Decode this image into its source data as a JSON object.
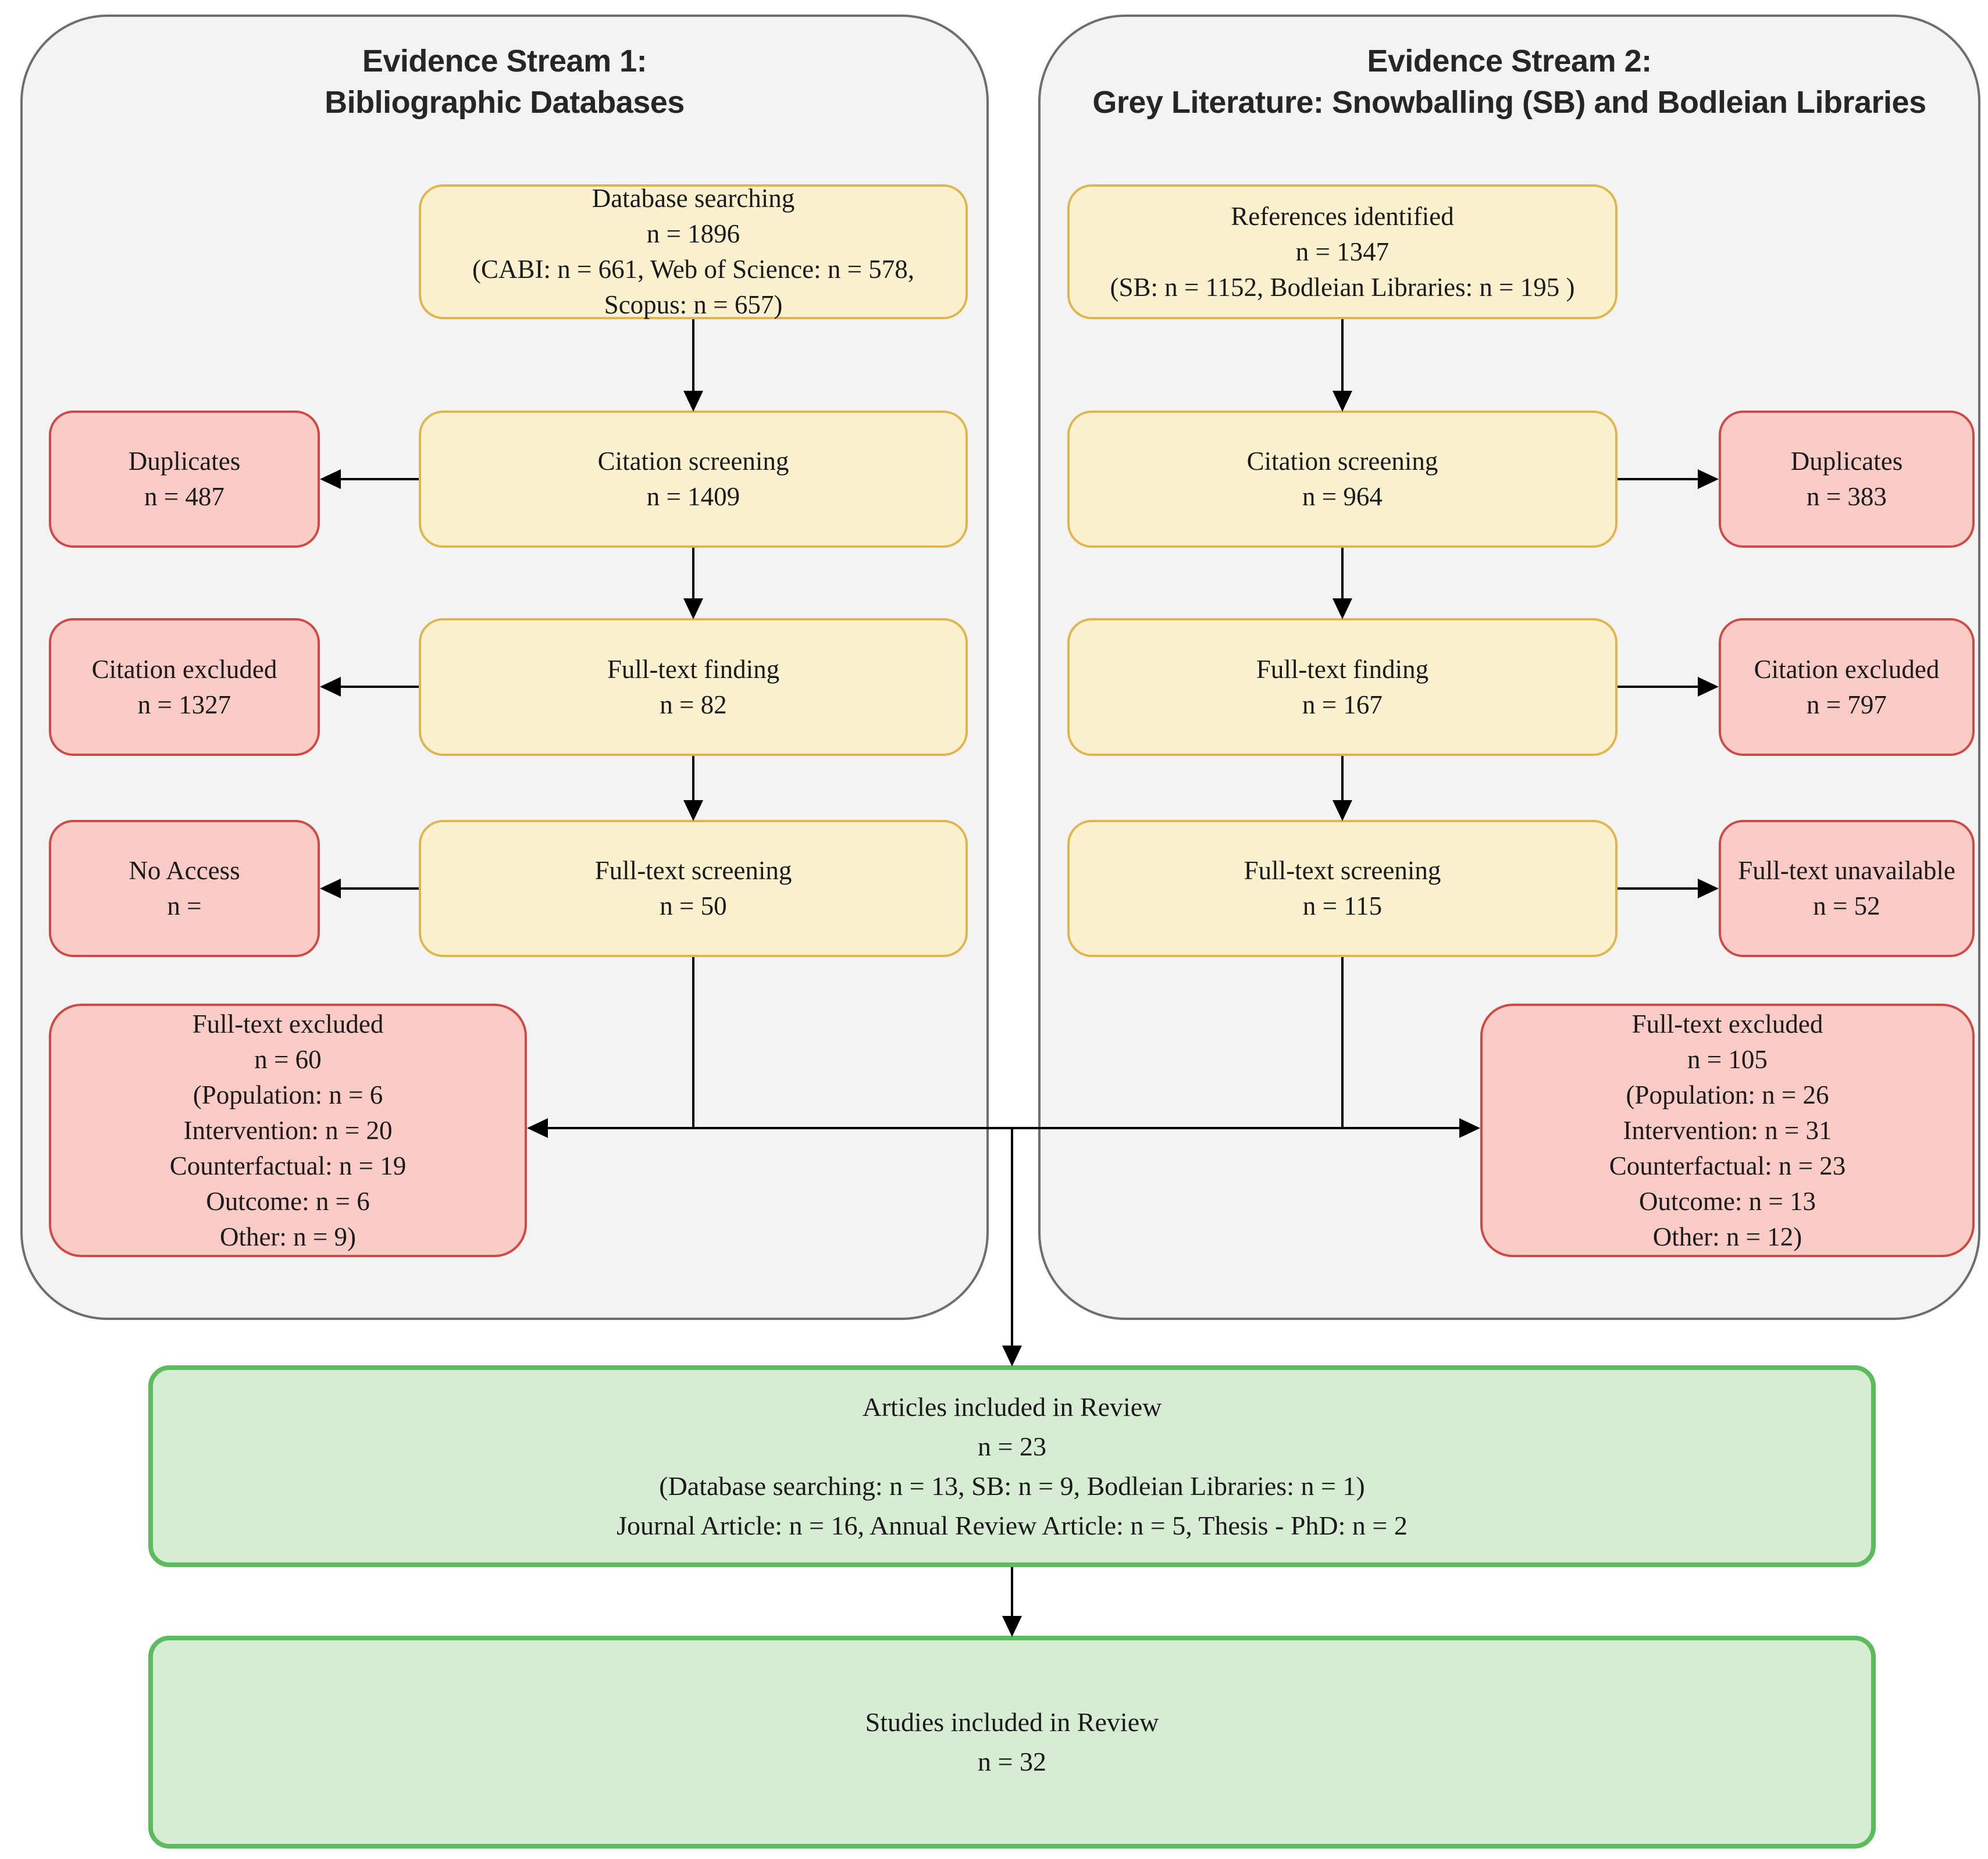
{
  "colors": {
    "container_fill": "#F3F3F3",
    "container_border": "#6E6E6E",
    "yellow_fill": "#FCF1CE",
    "yellow_border": "#DFB64E",
    "red_fill": "#FBCBC6",
    "red_border": "#CE4A45",
    "green_fill": "#D7EDD3",
    "green_border": "#5CBB5C",
    "arrow": "#000000"
  },
  "stream1": {
    "title1": "Evidence Stream 1:",
    "title2": "Bibliographic Databases",
    "database_searching": [
      "Database searching",
      "n = 1896",
      "(CABI: n = 661, Web of Science: n = 578,",
      "Scopus: n = 657)"
    ],
    "duplicates": [
      "Duplicates",
      "n = 487"
    ],
    "citation_screening": [
      "Citation screening",
      "n = 1409"
    ],
    "citation_excluded": [
      "Citation excluded",
      "n = 1327"
    ],
    "full_text_finding": [
      "Full-text finding",
      "n = 82"
    ],
    "no_access": [
      "No Access",
      "n ="
    ],
    "full_text_screening": [
      "Full-text screening",
      "n = 50"
    ],
    "full_text_excluded": [
      "Full-text excluded",
      "n = 60",
      "(Population: n = 6",
      "Intervention: n = 20",
      "Counterfactual: n = 19",
      "Outcome: n = 6",
      "Other: n =  9)"
    ]
  },
  "stream2": {
    "title1": "Evidence Stream 2:",
    "title2": "Grey Literature: Snowballing (SB) and Bodleian Libraries",
    "references_identified": [
      "References identified",
      "n = 1347",
      "(SB: n = 1152, Bodleian Libraries: n = 195 )"
    ],
    "duplicates": [
      "Duplicates",
      "n = 383"
    ],
    "citation_screening": [
      "Citation screening",
      "n = 964"
    ],
    "citation_excluded": [
      "Citation excluded",
      "n = 797"
    ],
    "full_text_finding": [
      "Full-text finding",
      "n = 167"
    ],
    "full_text_unavailable": [
      "Full-text unavailable",
      "n = 52"
    ],
    "full_text_screening": [
      "Full-text screening",
      "n = 115"
    ],
    "full_text_excluded": [
      "Full-text excluded",
      "n = 105",
      "(Population: n = 26",
      "Intervention: n = 31",
      "Counterfactual: n = 23",
      "Outcome: n = 13",
      "Other: n = 12)"
    ]
  },
  "included": {
    "articles": [
      "Articles included in Review",
      "n = 23",
      "(Database searching: n = 13, SB: n = 9, Bodleian Libraries: n = 1)",
      "Journal Article: n = 16, Annual Review Article: n = 5, Thesis - PhD: n = 2"
    ],
    "studies": [
      "Studies included in Review",
      "n = 32"
    ]
  }
}
